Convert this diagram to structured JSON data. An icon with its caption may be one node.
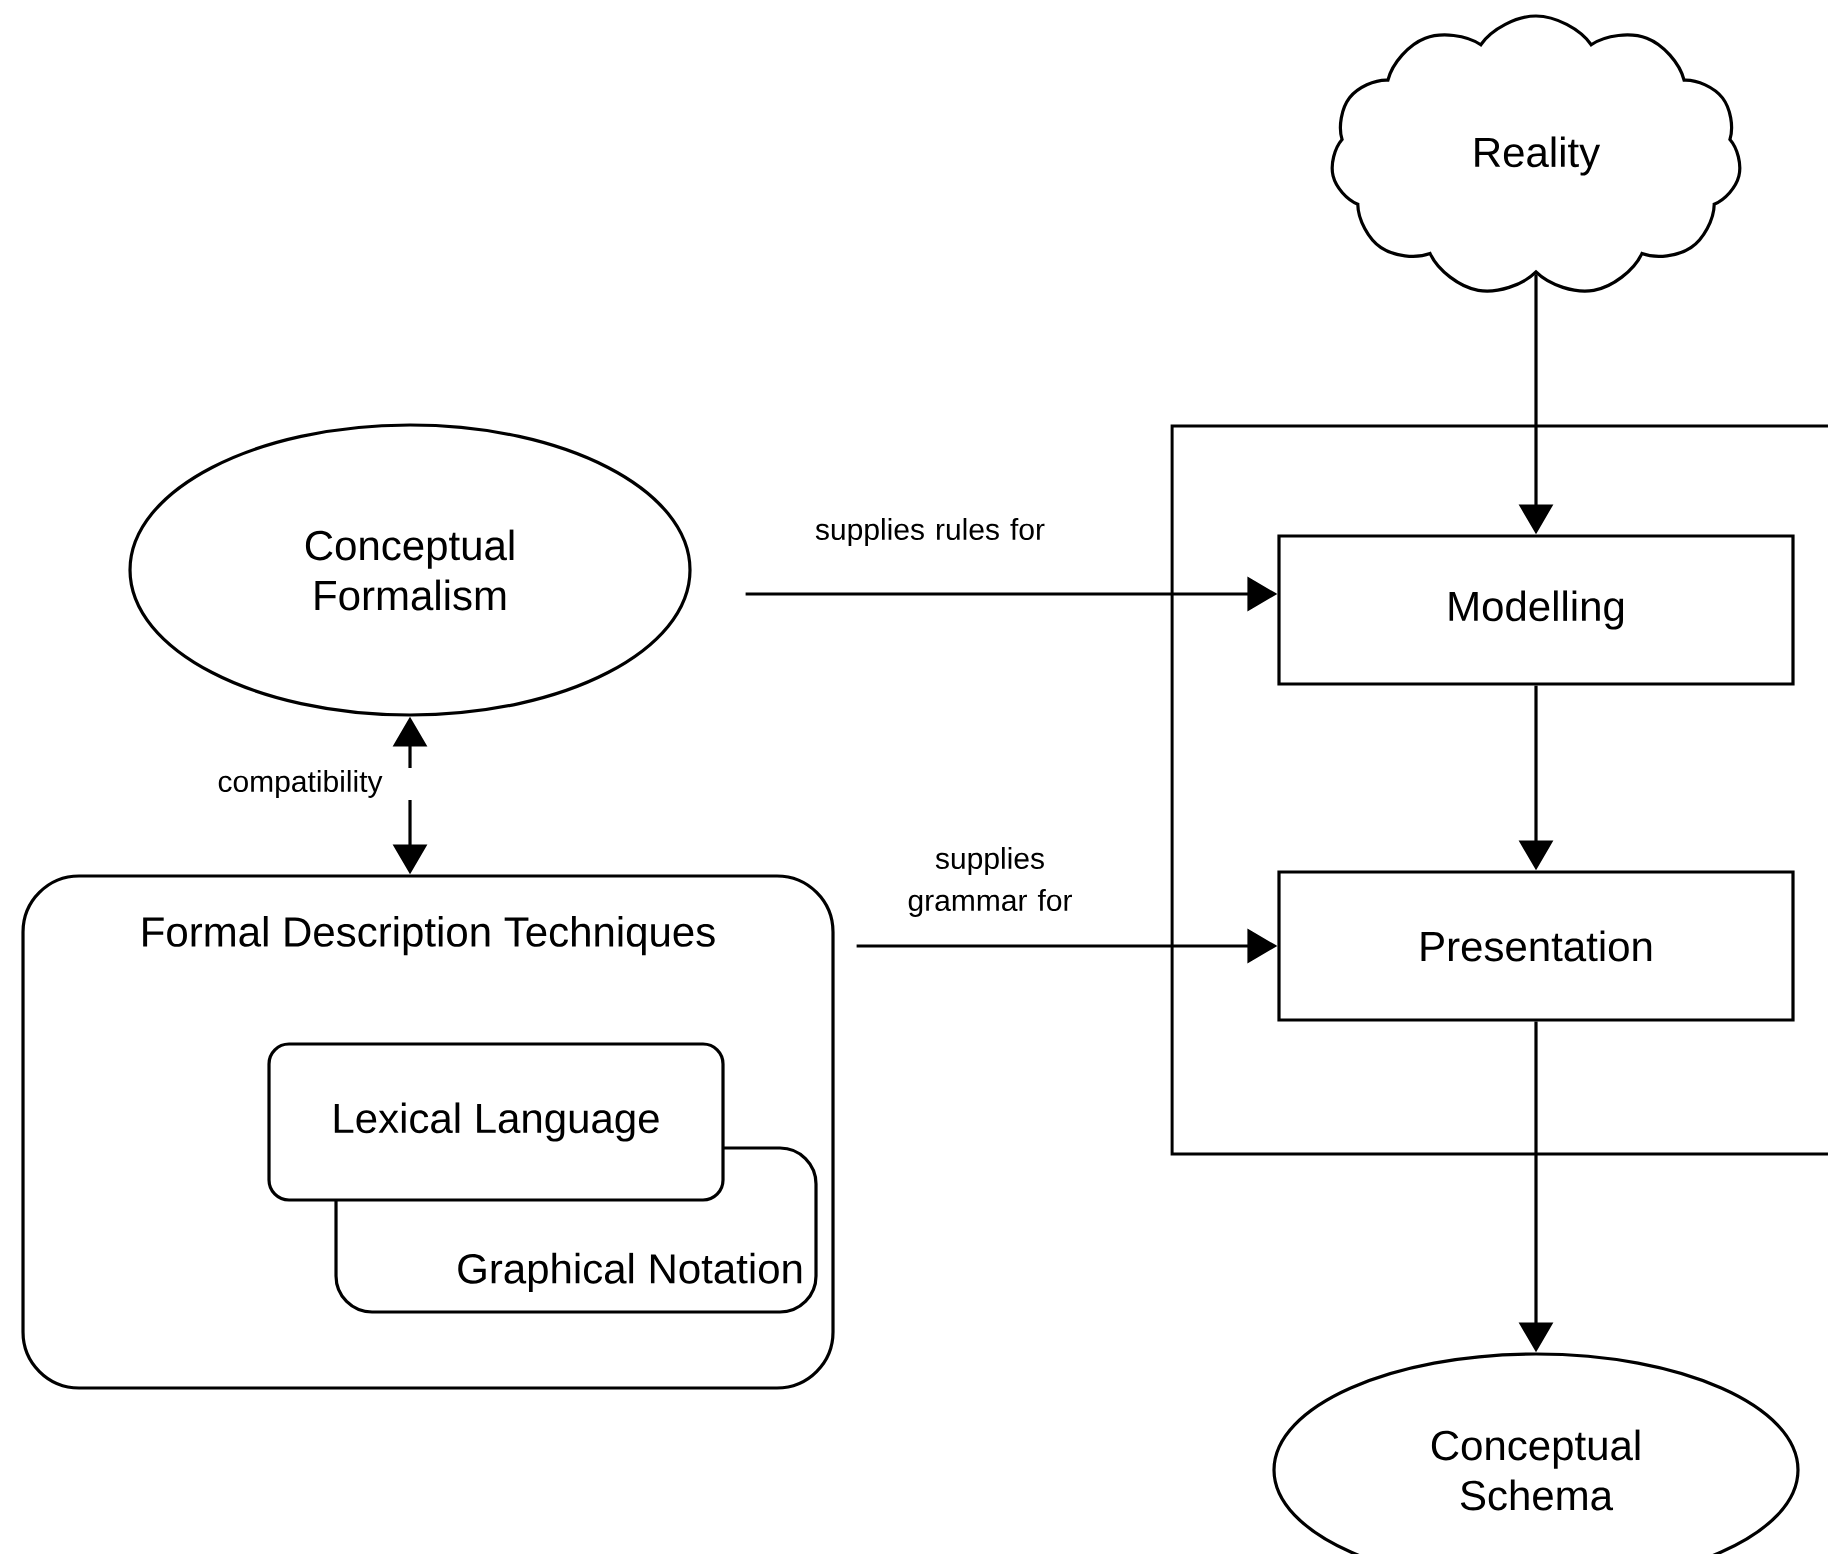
{
  "diagram": {
    "nodes": [
      {
        "text": [
          "Reality"
        ]
      },
      {
        "text": [],
        "shape": "box"
      },
      {
        "text": [
          "Conceptual Formalism"
        ]
      },
      {
        "text": [
          "Modelling"
        ],
        "in": 1
      },
      {
        "text": [
          "Formal Description Techniques"
        ]
      },
      {
        "text": [
          "Lexical Language"
        ],
        "in": 4
      },
      {
        "text": [
          "Graphical Notation"
        ],
        "in": 4
      },
      {
        "text": [
          "Presentation"
        ],
        "in": 1
      },
      {
        "text": [
          "Conceptual Schema"
        ]
      }
    ],
    "edges": [
      {
        "from": 0,
        "to": 3,
        "arrow": "to"
      },
      {
        "from": 2,
        "to": 3,
        "arrow": "to",
        "label": "supplies rules for"
      },
      {
        "from": 2,
        "to": 4,
        "arrow": "both",
        "label": "compatibility"
      },
      {
        "from": 4,
        "to": 7,
        "arrow": "to",
        "label": "supplies grammar for"
      },
      {
        "from": 3,
        "to": 7,
        "arrow": "to"
      },
      {
        "from": 7,
        "to": 8,
        "arrow": "to"
      }
    ]
  }
}
